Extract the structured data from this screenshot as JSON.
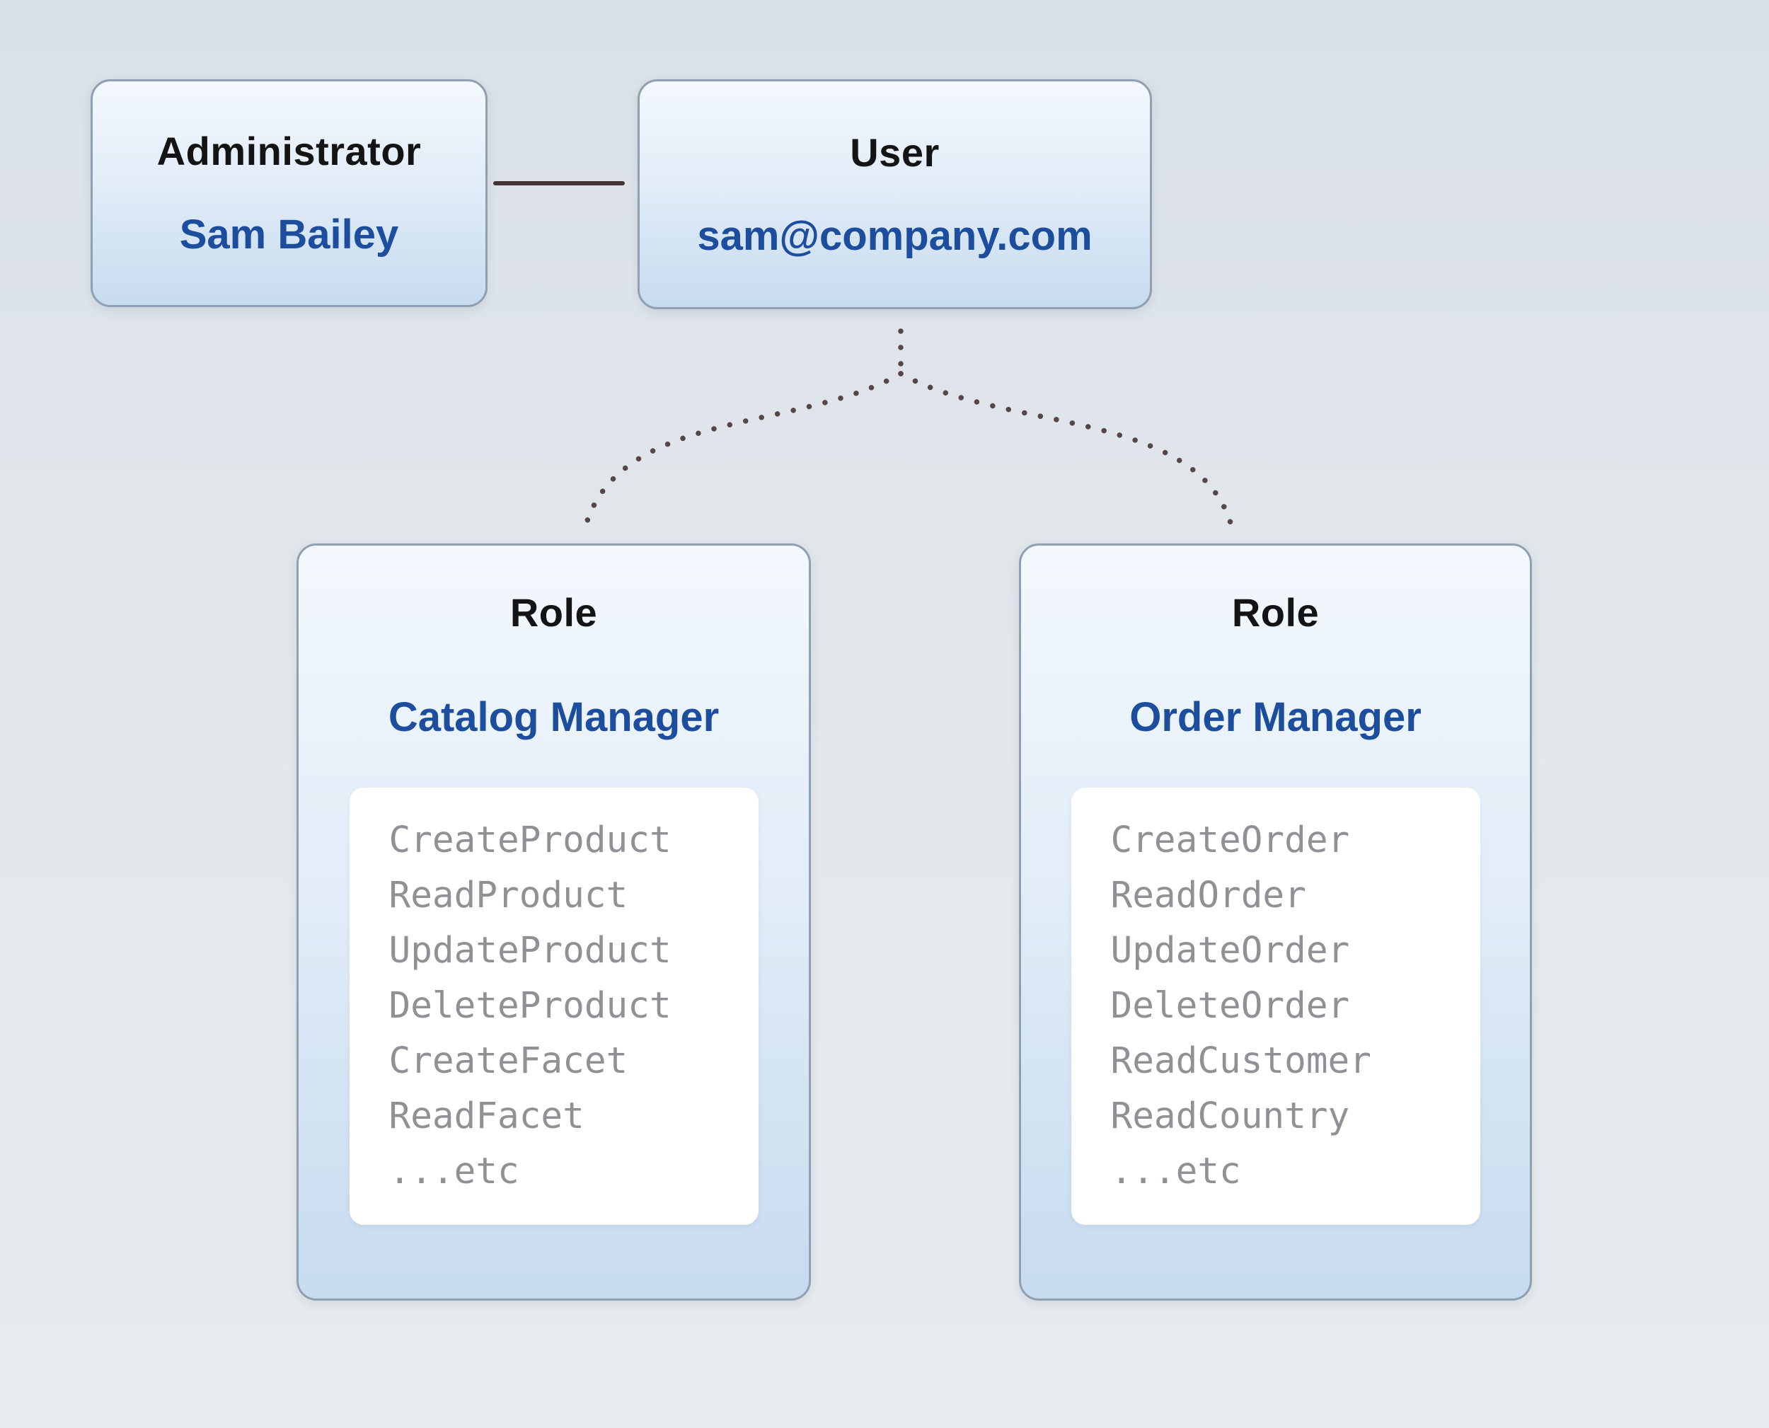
{
  "admin_box": {
    "title": "Administrator",
    "name": "Sam Bailey"
  },
  "user_box": {
    "title": "User",
    "email": "sam@company.com"
  },
  "roles": [
    {
      "title": "Role",
      "name": "Catalog Manager",
      "permissions": [
        "CreateProduct",
        "ReadProduct",
        "UpdateProduct",
        "DeleteProduct",
        "CreateFacet",
        "ReadFacet",
        "...etc"
      ]
    },
    {
      "title": "Role",
      "name": "Order Manager",
      "permissions": [
        "CreateOrder",
        "ReadOrder",
        "UpdateOrder",
        "DeleteOrder",
        "ReadCustomer",
        "ReadCountry",
        "...etc"
      ]
    }
  ],
  "colors": {
    "accent_blue": "#1d4e9e",
    "box_border": "#8fa0b2",
    "box_fill_top": "#f3f8fd",
    "box_fill_bottom": "#c7dbef",
    "solid_link": "#413434",
    "dotted_link": "#564747",
    "permission_text": "#8f9196"
  }
}
